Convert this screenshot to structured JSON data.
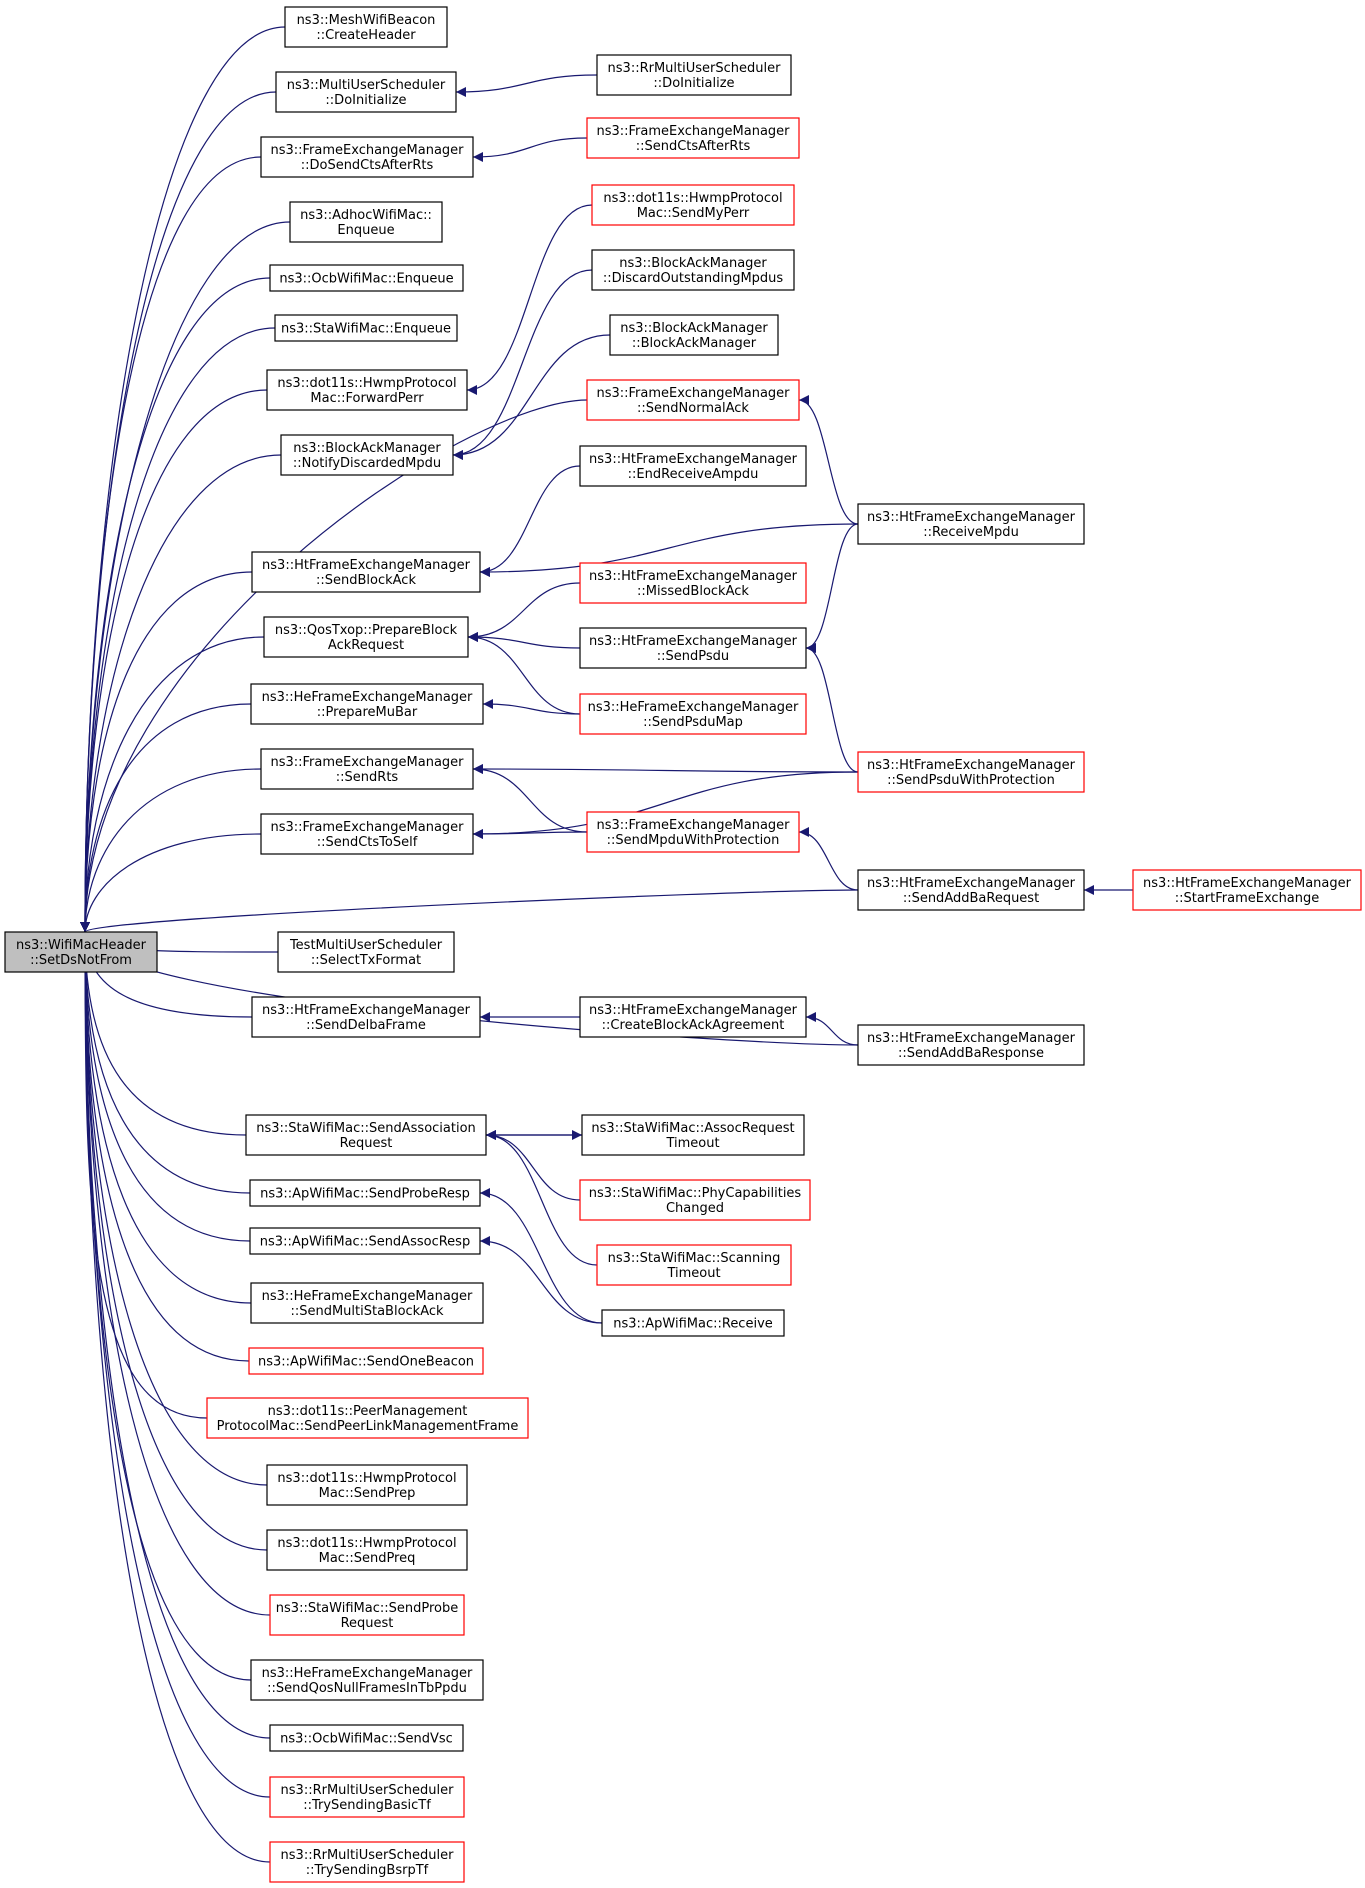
{
  "colors": {
    "edge": "#191970",
    "border_normal": "#000000",
    "border_truncated": "#ff0000",
    "root_fill": "#bfbfbf",
    "node_fill": "#ffffff"
  },
  "nodes": {
    "root": {
      "lines": [
        "ns3::WifiMacHeader",
        "::SetDsNotFrom"
      ],
      "style": "root"
    },
    "meshBeacon": {
      "lines": [
        "ns3::MeshWifiBeacon",
        "::CreateHeader"
      ],
      "style": "normal"
    },
    "muDoInit": {
      "lines": [
        "ns3::MultiUserScheduler",
        "::DoInitialize"
      ],
      "style": "normal"
    },
    "rrDoInit": {
      "lines": [
        "ns3::RrMultiUserScheduler",
        "::DoInitialize"
      ],
      "style": "normal"
    },
    "femDoSendCts": {
      "lines": [
        "ns3::FrameExchangeManager",
        "::DoSendCtsAfterRts"
      ],
      "style": "normal"
    },
    "femSendCts": {
      "lines": [
        "ns3::FrameExchangeManager",
        "::SendCtsAfterRts"
      ],
      "style": "truncated"
    },
    "adhocEnq": {
      "lines": [
        "ns3::AdhocWifiMac::",
        "Enqueue"
      ],
      "style": "normal"
    },
    "hwmpSendMyPerr": {
      "lines": [
        "ns3::dot11s::HwmpProtocol",
        "Mac::SendMyPerr"
      ],
      "style": "truncated"
    },
    "ocbEnq": {
      "lines": [
        "ns3::OcbWifiMac::Enqueue"
      ],
      "style": "normal"
    },
    "bamDiscard": {
      "lines": [
        "ns3::BlockAckManager",
        "::DiscardOutstandingMpdus"
      ],
      "style": "normal"
    },
    "staEnq": {
      "lines": [
        "ns3::StaWifiMac::Enqueue"
      ],
      "style": "normal"
    },
    "bamCtor": {
      "lines": [
        "ns3::BlockAckManager",
        "::BlockAckManager"
      ],
      "style": "normal"
    },
    "hwmpFwdPerr": {
      "lines": [
        "ns3::dot11s::HwmpProtocol",
        "Mac::ForwardPerr"
      ],
      "style": "normal"
    },
    "femSendNormalAck": {
      "lines": [
        "ns3::FrameExchangeManager",
        "::SendNormalAck"
      ],
      "style": "truncated"
    },
    "bamNotify": {
      "lines": [
        "ns3::BlockAckManager",
        "::NotifyDiscardedMpdu"
      ],
      "style": "normal"
    },
    "htEndRecvAmpdu": {
      "lines": [
        "ns3::HtFrameExchangeManager",
        "::EndReceiveAmpdu"
      ],
      "style": "normal"
    },
    "htReceiveMpdu": {
      "lines": [
        "ns3::HtFrameExchangeManager",
        "::ReceiveMpdu"
      ],
      "style": "normal"
    },
    "htSendBlockAck": {
      "lines": [
        "ns3::HtFrameExchangeManager",
        "::SendBlockAck"
      ],
      "style": "normal"
    },
    "htMissedBlockAck": {
      "lines": [
        "ns3::HtFrameExchangeManager",
        "::MissedBlockAck"
      ],
      "style": "truncated"
    },
    "qosPrepare": {
      "lines": [
        "ns3::QosTxop::PrepareBlock",
        "AckRequest"
      ],
      "style": "normal"
    },
    "htSendPsdu": {
      "lines": [
        "ns3::HtFrameExchangeManager",
        "::SendPsdu"
      ],
      "style": "normal"
    },
    "hePrepareMuBar": {
      "lines": [
        "ns3::HeFrameExchangeManager",
        "::PrepareMuBar"
      ],
      "style": "normal"
    },
    "heSendPsduMap": {
      "lines": [
        "ns3::HeFrameExchangeManager",
        "::SendPsduMap"
      ],
      "style": "truncated"
    },
    "femSendRts": {
      "lines": [
        "ns3::FrameExchangeManager",
        "::SendRts"
      ],
      "style": "normal"
    },
    "htSendPsduProt": {
      "lines": [
        "ns3::HtFrameExchangeManager",
        "::SendPsduWithProtection"
      ],
      "style": "truncated"
    },
    "femSendCtsToSelf": {
      "lines": [
        "ns3::FrameExchangeManager",
        "::SendCtsToSelf"
      ],
      "style": "normal"
    },
    "femSendMpduProt": {
      "lines": [
        "ns3::FrameExchangeManager",
        "::SendMpduWithProtection"
      ],
      "style": "truncated"
    },
    "htSendAddBaReq": {
      "lines": [
        "ns3::HtFrameExchangeManager",
        "::SendAddBaRequest"
      ],
      "style": "normal"
    },
    "htStartFrameEx": {
      "lines": [
        "ns3::HtFrameExchangeManager",
        "::StartFrameExchange"
      ],
      "style": "truncated"
    },
    "testSelectTx": {
      "lines": [
        "TestMultiUserScheduler",
        "::SelectTxFormat"
      ],
      "style": "normal"
    },
    "htSendDelba": {
      "lines": [
        "ns3::HtFrameExchangeManager",
        "::SendDelbaFrame"
      ],
      "style": "normal"
    },
    "htCreateBaAgree": {
      "lines": [
        "ns3::HtFrameExchangeManager",
        "::CreateBlockAckAgreement"
      ],
      "style": "normal"
    },
    "htSendAddBaResp": {
      "lines": [
        "ns3::HtFrameExchangeManager",
        "::SendAddBaResponse"
      ],
      "style": "normal"
    },
    "staSendAssoc": {
      "lines": [
        "ns3::StaWifiMac::SendAssociation",
        "Request"
      ],
      "style": "normal"
    },
    "staAssocTimeout": {
      "lines": [
        "ns3::StaWifiMac::AssocRequest",
        "Timeout"
      ],
      "style": "normal"
    },
    "staPhyCapChanged": {
      "lines": [
        "ns3::StaWifiMac::PhyCapabilities",
        "Changed"
      ],
      "style": "truncated"
    },
    "apSendProbeResp": {
      "lines": [
        "ns3::ApWifiMac::SendProbeResp"
      ],
      "style": "normal"
    },
    "staScanTimeout": {
      "lines": [
        "ns3::StaWifiMac::Scanning",
        "Timeout"
      ],
      "style": "truncated"
    },
    "apSendAssocResp": {
      "lines": [
        "ns3::ApWifiMac::SendAssocResp"
      ],
      "style": "normal"
    },
    "apReceive": {
      "lines": [
        "ns3::ApWifiMac::Receive"
      ],
      "style": "normal"
    },
    "heSendMultiSta": {
      "lines": [
        "ns3::HeFrameExchangeManager",
        "::SendMultiStaBlockAck"
      ],
      "style": "normal"
    },
    "apSendBeacon": {
      "lines": [
        "ns3::ApWifiMac::SendOneBeacon"
      ],
      "style": "truncated"
    },
    "peerMgmt": {
      "lines": [
        "ns3::dot11s::PeerManagement",
        "ProtocolMac::SendPeerLinkManagementFrame"
      ],
      "style": "truncated"
    },
    "hwmpSendPrep": {
      "lines": [
        "ns3::dot11s::HwmpProtocol",
        "Mac::SendPrep"
      ],
      "style": "normal"
    },
    "hwmpSendPreq": {
      "lines": [
        "ns3::dot11s::HwmpProtocol",
        "Mac::SendPreq"
      ],
      "style": "normal"
    },
    "staSendProbe": {
      "lines": [
        "ns3::StaWifiMac::SendProbe",
        "Request"
      ],
      "style": "truncated"
    },
    "heSendQosNull": {
      "lines": [
        "ns3::HeFrameExchangeManager",
        "::SendQosNullFramesInTbPpdu"
      ],
      "style": "normal"
    },
    "ocbSendVsc": {
      "lines": [
        "ns3::OcbWifiMac::SendVsc"
      ],
      "style": "normal"
    },
    "rrBasicTf": {
      "lines": [
        "ns3::RrMultiUserScheduler",
        "::TrySendingBasicTf"
      ],
      "style": "truncated"
    },
    "rrBsrpTf": {
      "lines": [
        "ns3::RrMultiUserScheduler",
        "::TrySendingBsrpTf"
      ],
      "style": "truncated"
    }
  },
  "edges": [
    [
      "meshBeacon",
      "root"
    ],
    [
      "muDoInit",
      "root"
    ],
    [
      "femDoSendCts",
      "root"
    ],
    [
      "adhocEnq",
      "root"
    ],
    [
      "ocbEnq",
      "root"
    ],
    [
      "staEnq",
      "root"
    ],
    [
      "hwmpFwdPerr",
      "root"
    ],
    [
      "bamNotify",
      "root"
    ],
    [
      "femSendNormalAck",
      "root"
    ],
    [
      "htSendBlockAck",
      "root"
    ],
    [
      "qosPrepare",
      "root"
    ],
    [
      "hePrepareMuBar",
      "root"
    ],
    [
      "femSendRts",
      "root"
    ],
    [
      "femSendCtsToSelf",
      "root"
    ],
    [
      "htSendAddBaReq",
      "root"
    ],
    [
      "testSelectTx",
      "root"
    ],
    [
      "htSendDelba",
      "root"
    ],
    [
      "htSendAddBaResp",
      "root"
    ],
    [
      "staSendAssoc",
      "root"
    ],
    [
      "apSendProbeResp",
      "root"
    ],
    [
      "apSendAssocResp",
      "root"
    ],
    [
      "heSendMultiSta",
      "root"
    ],
    [
      "apSendBeacon",
      "root"
    ],
    [
      "peerMgmt",
      "root"
    ],
    [
      "hwmpSendPrep",
      "root"
    ],
    [
      "hwmpSendPreq",
      "root"
    ],
    [
      "staSendProbe",
      "root"
    ],
    [
      "heSendQosNull",
      "root"
    ],
    [
      "ocbSendVsc",
      "root"
    ],
    [
      "rrBasicTf",
      "root"
    ],
    [
      "rrBsrpTf",
      "root"
    ],
    [
      "rrDoInit",
      "muDoInit"
    ],
    [
      "femSendCts",
      "femDoSendCts"
    ],
    [
      "hwmpSendMyPerr",
      "hwmpFwdPerr"
    ],
    [
      "bamDiscard",
      "bamNotify"
    ],
    [
      "bamCtor",
      "bamNotify"
    ],
    [
      "htEndRecvAmpdu",
      "htSendBlockAck"
    ],
    [
      "htReceiveMpdu",
      "htSendBlockAck"
    ],
    [
      "htReceiveMpdu",
      "femSendNormalAck"
    ],
    [
      "htMissedBlockAck",
      "qosPrepare"
    ],
    [
      "htSendPsdu",
      "qosPrepare"
    ],
    [
      "heSendPsduMap",
      "qosPrepare"
    ],
    [
      "heSendPsduMap",
      "hePrepareMuBar"
    ],
    [
      "htReceiveMpdu",
      "htSendPsdu"
    ],
    [
      "htSendPsduProt",
      "htSendPsdu"
    ],
    [
      "htSendPsduProt",
      "femSendRts"
    ],
    [
      "femSendMpduProt",
      "femSendRts"
    ],
    [
      "femSendMpduProt",
      "femSendCtsToSelf"
    ],
    [
      "htSendPsduProt",
      "femSendCtsToSelf"
    ],
    [
      "htSendAddBaReq",
      "femSendMpduProt"
    ],
    [
      "htStartFrameEx",
      "htSendAddBaReq"
    ],
    [
      "htCreateBaAgree",
      "htSendDelba"
    ],
    [
      "htSendAddBaResp",
      "htCreateBaAgree"
    ],
    [
      "staAssocTimeout",
      "staSendAssoc"
    ],
    [
      "staSendAssoc",
      "staAssocTimeout"
    ],
    [
      "staPhyCapChanged",
      "staSendAssoc"
    ],
    [
      "staScanTimeout",
      "staSendAssoc"
    ],
    [
      "apReceive",
      "apSendProbeResp"
    ],
    [
      "apReceive",
      "apSendAssocResp"
    ]
  ]
}
